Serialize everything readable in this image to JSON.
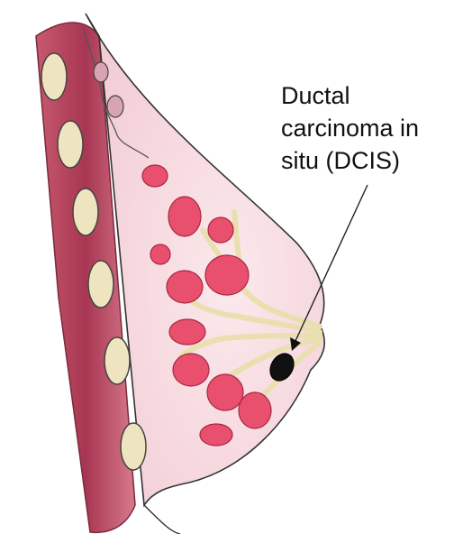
{
  "annotation": {
    "lines": [
      "Ductal",
      "carcinoma in",
      "situ (DCIS)"
    ]
  },
  "colors": {
    "background": "#ffffff",
    "chest_muscle": "#b8485f",
    "breast_tissue": "#f6dde2",
    "lobules": "#e8506e",
    "ducts": "#f3ecc8",
    "tumor": "#111111"
  }
}
